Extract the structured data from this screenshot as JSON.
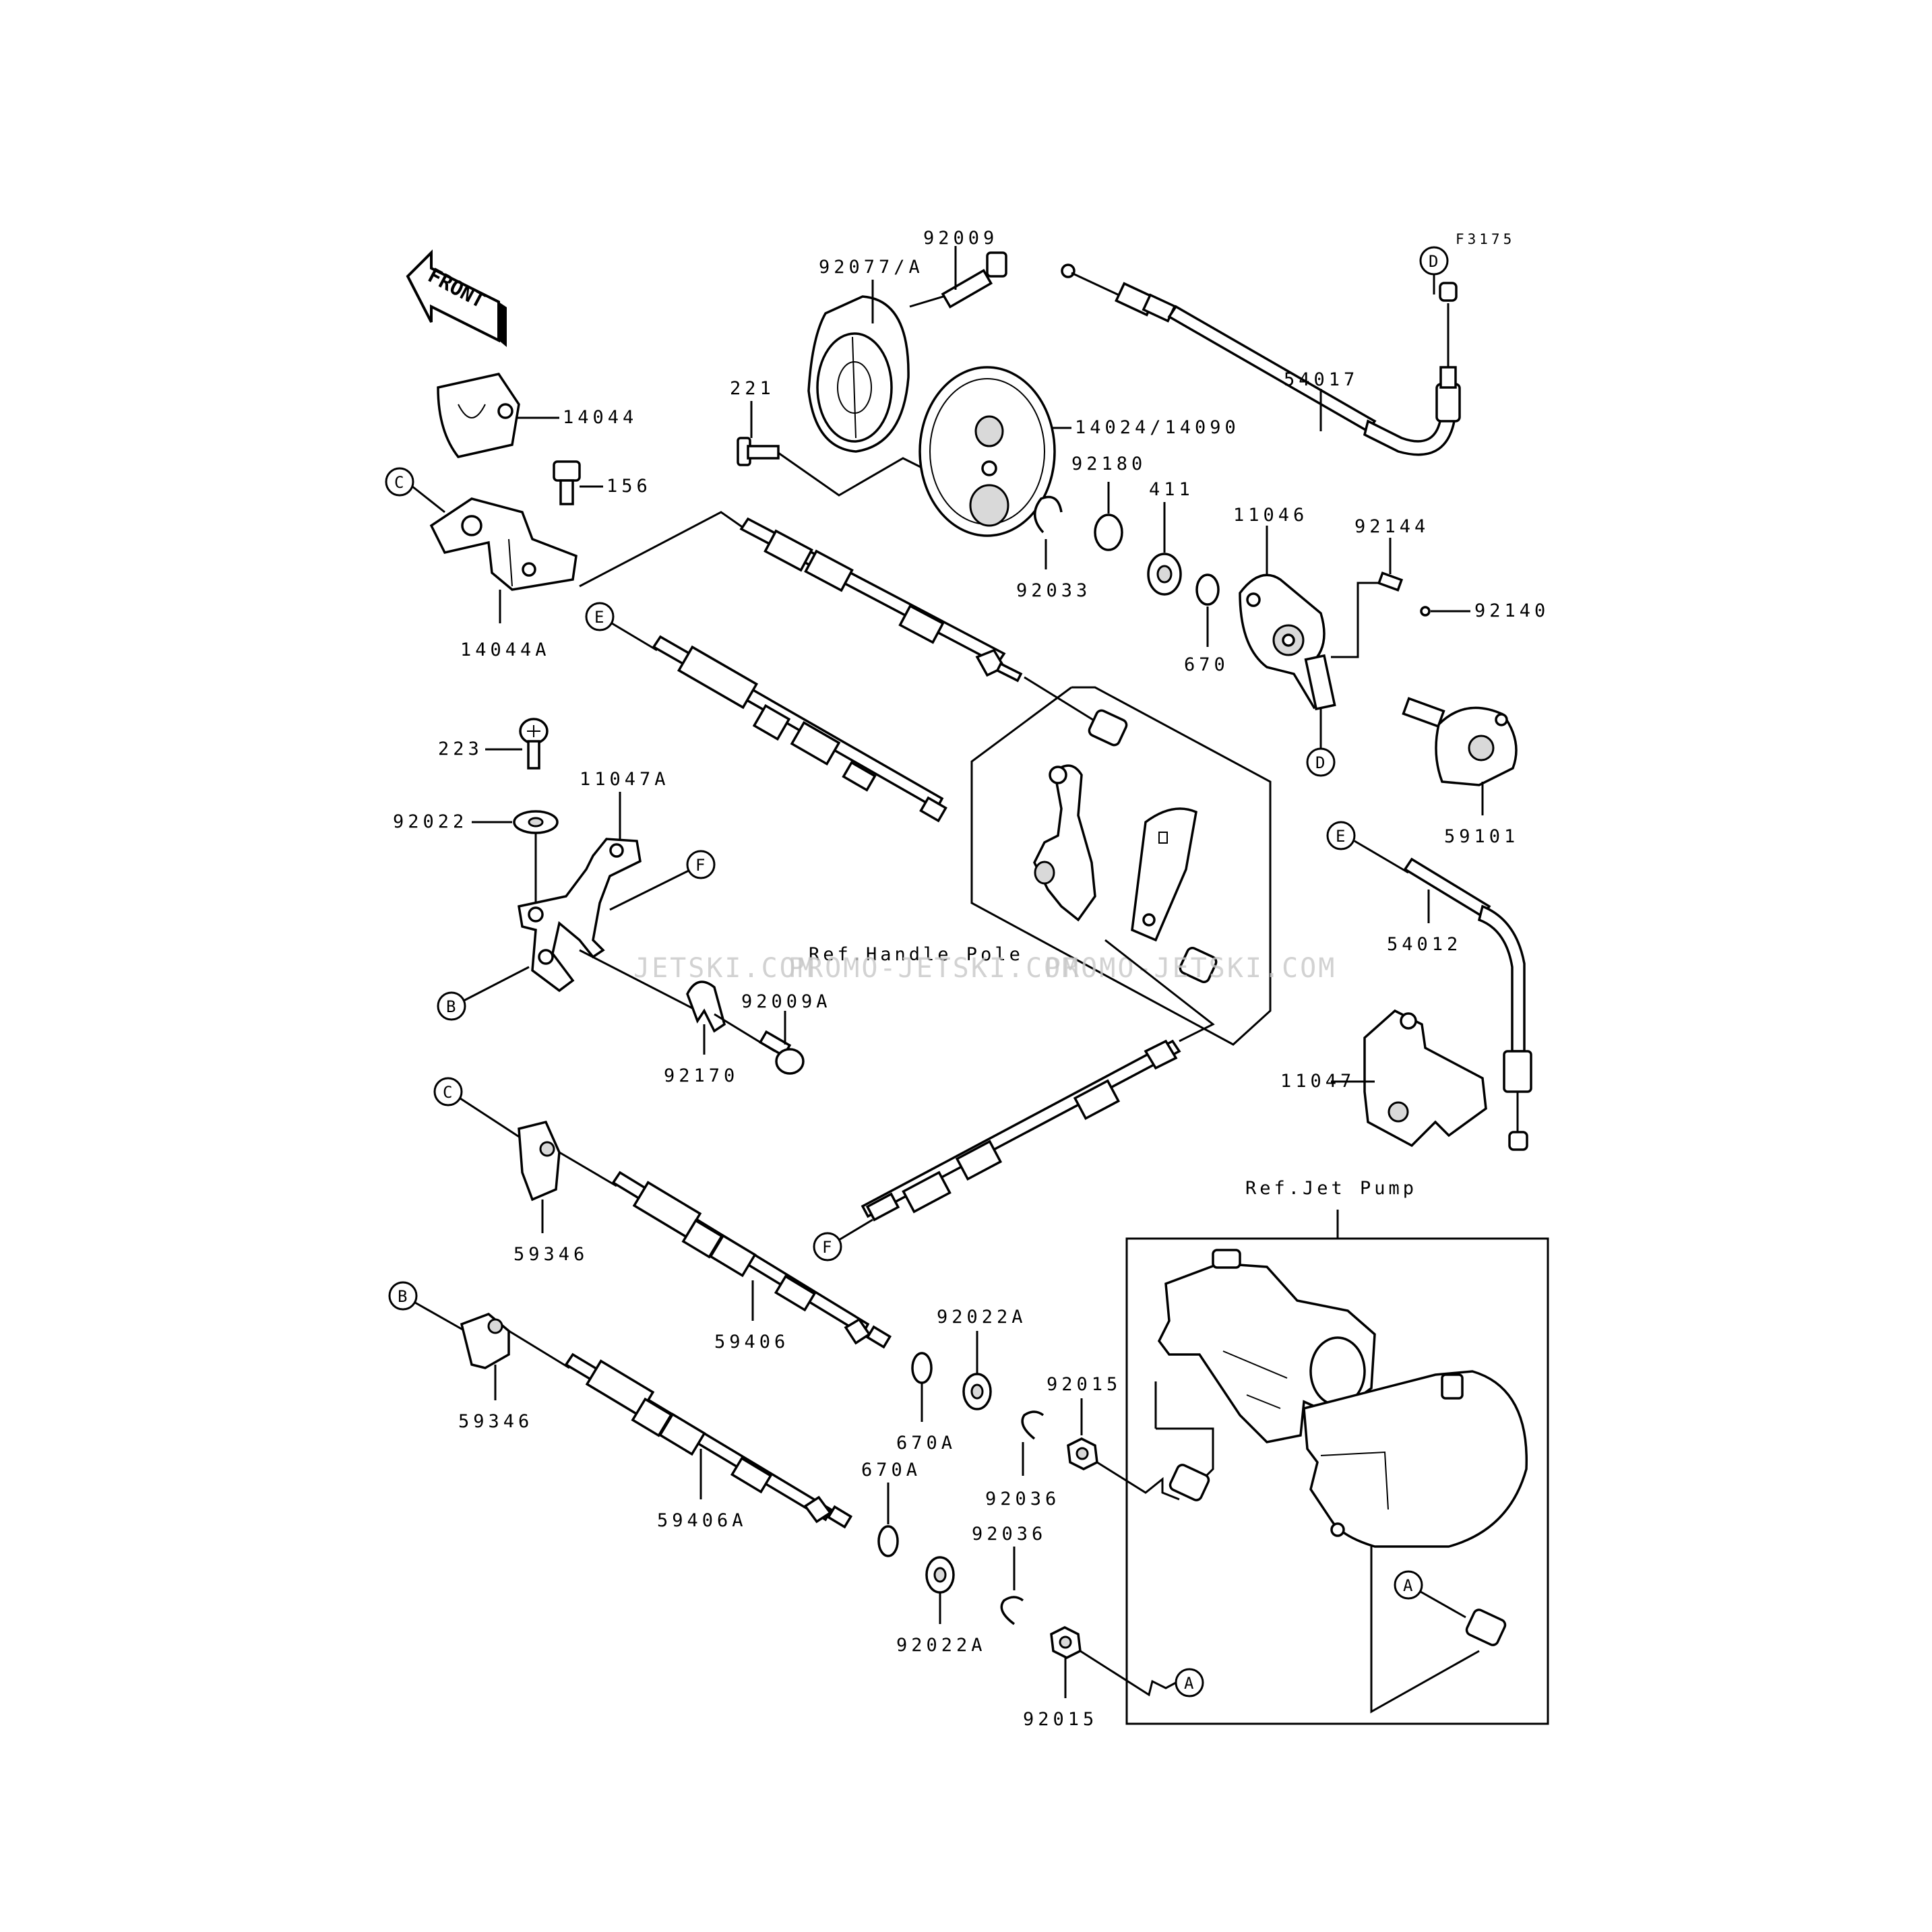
{
  "diagram": {
    "code": "F3175",
    "front_label": "FRONT",
    "ref_handle_pole": "Ref.Handle Pole",
    "ref_jet_pump": "Ref.Jet Pump",
    "watermark": [
      "JETSKI.COM",
      "PROMO-JETSKI.COM",
      "PROMO-JETSKI.COM"
    ],
    "part_numbers": {
      "p92009": "92009",
      "p92077A": "92077/A",
      "p221": "221",
      "p14024": "14024/14090",
      "p54017": "54017",
      "p14044": "14044",
      "p156": "156",
      "p14044A": "14044A",
      "p92180": "92180",
      "p411": "411",
      "p11046": "11046",
      "p92144": "92144",
      "p92140": "92140",
      "p92033": "92033",
      "p670": "670",
      "p223": "223",
      "p92022": "92022",
      "p11047A": "11047A",
      "p59101": "59101",
      "p54012": "54012",
      "p92009A": "92009A",
      "p92170": "92170",
      "p11047": "11047",
      "p59346a": "59346",
      "p59346b": "59346",
      "p59406": "59406",
      "p59406A": "59406A",
      "p92022Aa": "92022A",
      "p92022Ab": "92022A",
      "p670Aa": "670A",
      "p670Ab": "670A",
      "p92015a": "92015",
      "p92015b": "92015",
      "p92036a": "92036",
      "p92036b": "92036"
    },
    "refs": {
      "c1": "C",
      "c2": "C",
      "d1": "D",
      "d2": "D",
      "e1": "E",
      "e2": "E",
      "f1": "F",
      "f2": "F",
      "b1": "B",
      "b2": "B",
      "a1": "A",
      "a2": "A"
    }
  }
}
